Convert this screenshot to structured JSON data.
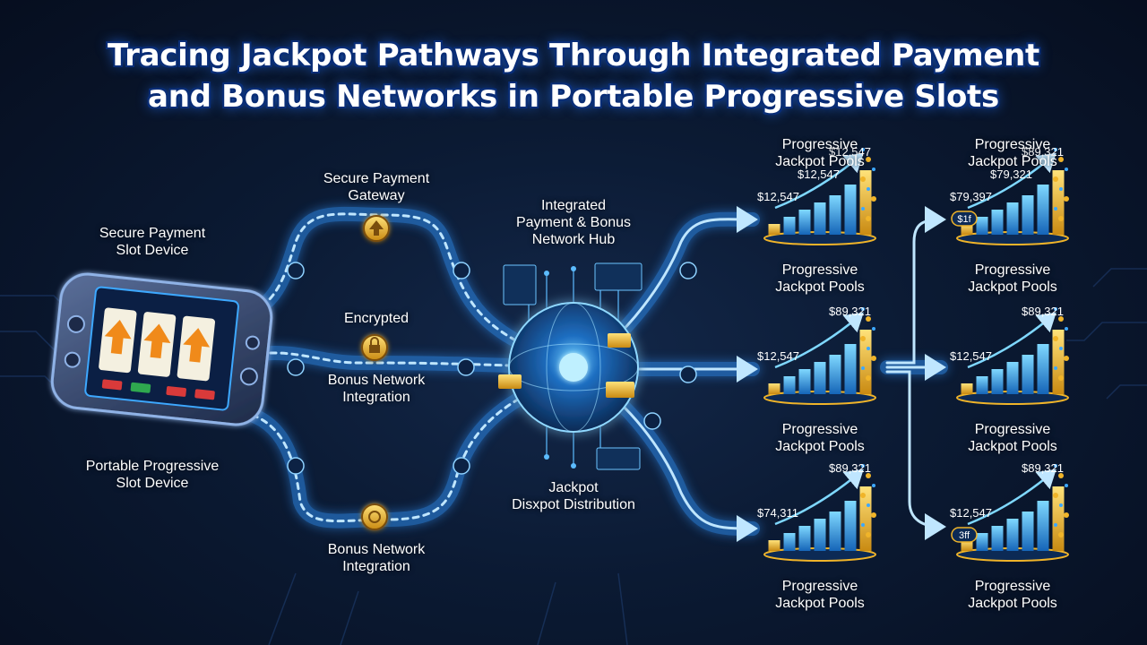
{
  "title": {
    "line1": "Tracing Jackpot Pathways Through Integrated Payment",
    "line2": "and Bonus Networks in Portable Progressive Slots"
  },
  "labels": {
    "device_top": [
      "Secure Payment",
      "Slot Device"
    ],
    "device_bottom": [
      "Portable Progressive",
      "Slot Device"
    ],
    "gateway": [
      "Secure Payment",
      "Gateway"
    ],
    "encrypted": "Encrypted",
    "bonus_mid": [
      "Bonus Network",
      "Integration"
    ],
    "bonus_bottom": [
      "Bonus Network",
      "Integration"
    ],
    "hub": [
      "Integrated",
      "Payment & Bonus",
      "Network Hub"
    ],
    "distribution": [
      "Jackpot",
      "Disxpot Distribution"
    ]
  },
  "pool_heading": [
    "Progressive",
    "Jackpot Pools"
  ],
  "pools": [
    {
      "id": "c1r1",
      "values": [
        "$12,547",
        "$12,547",
        "$12,547"
      ],
      "badge": ""
    },
    {
      "id": "c1r2",
      "values": [
        "$79,397",
        "$79,321",
        "$89,321"
      ],
      "badge": "$1f"
    },
    {
      "id": "c1r3",
      "values": [
        "$12,547",
        "",
        "$89,321"
      ],
      "badge": ""
    },
    {
      "id": "c2r1",
      "values": [
        "$12,547",
        "",
        "$89,321"
      ],
      "badge": ""
    },
    {
      "id": "c2r2",
      "values": [
        "$74,311",
        "",
        "$89,321"
      ],
      "badge": ""
    },
    {
      "id": "c2r3",
      "values": [
        "$12,547",
        "",
        "$89,321"
      ],
      "badge": "3ff"
    }
  ],
  "colors": {
    "background": "#0b1a33",
    "path_glow": "#3da8ff",
    "path_core": "#bfe6ff",
    "gold": "#f0b429",
    "bar_blue": "#2aa6ee",
    "title_outline": "#0a2f7a"
  },
  "icons": [
    "slot-device-icon",
    "coin-arrow-icon",
    "lock-coin-icon",
    "network-hub-globe-icon",
    "bar-chart-icon"
  ]
}
